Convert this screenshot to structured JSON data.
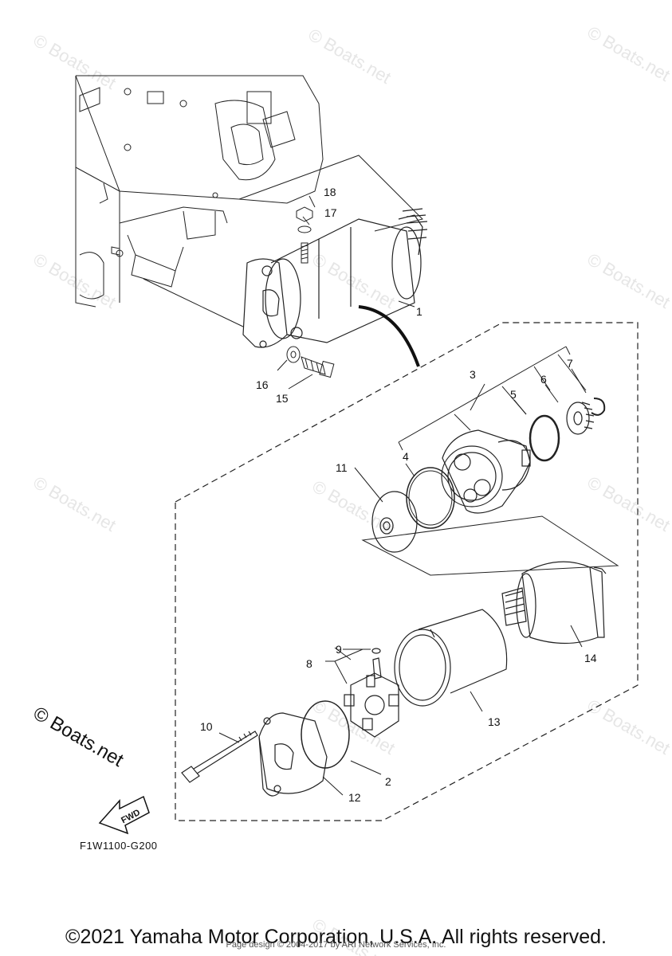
{
  "watermark": "© Boats.net",
  "brand_mark": "© Boats.net",
  "diagram_code": "F1W1100-G200",
  "fwd_label": "FWD",
  "copyright": "©2021 Yamaha Motor Corporation, U.S.A. All rights reserved.",
  "page_design": "Page design © 2004-2017 by ARI Network Services, Inc.",
  "callouts": [
    "1",
    "2",
    "3",
    "4",
    "5",
    "6",
    "7",
    "8",
    "9",
    "10",
    "11",
    "12",
    "13",
    "14",
    "15",
    "16",
    "17",
    "18"
  ]
}
